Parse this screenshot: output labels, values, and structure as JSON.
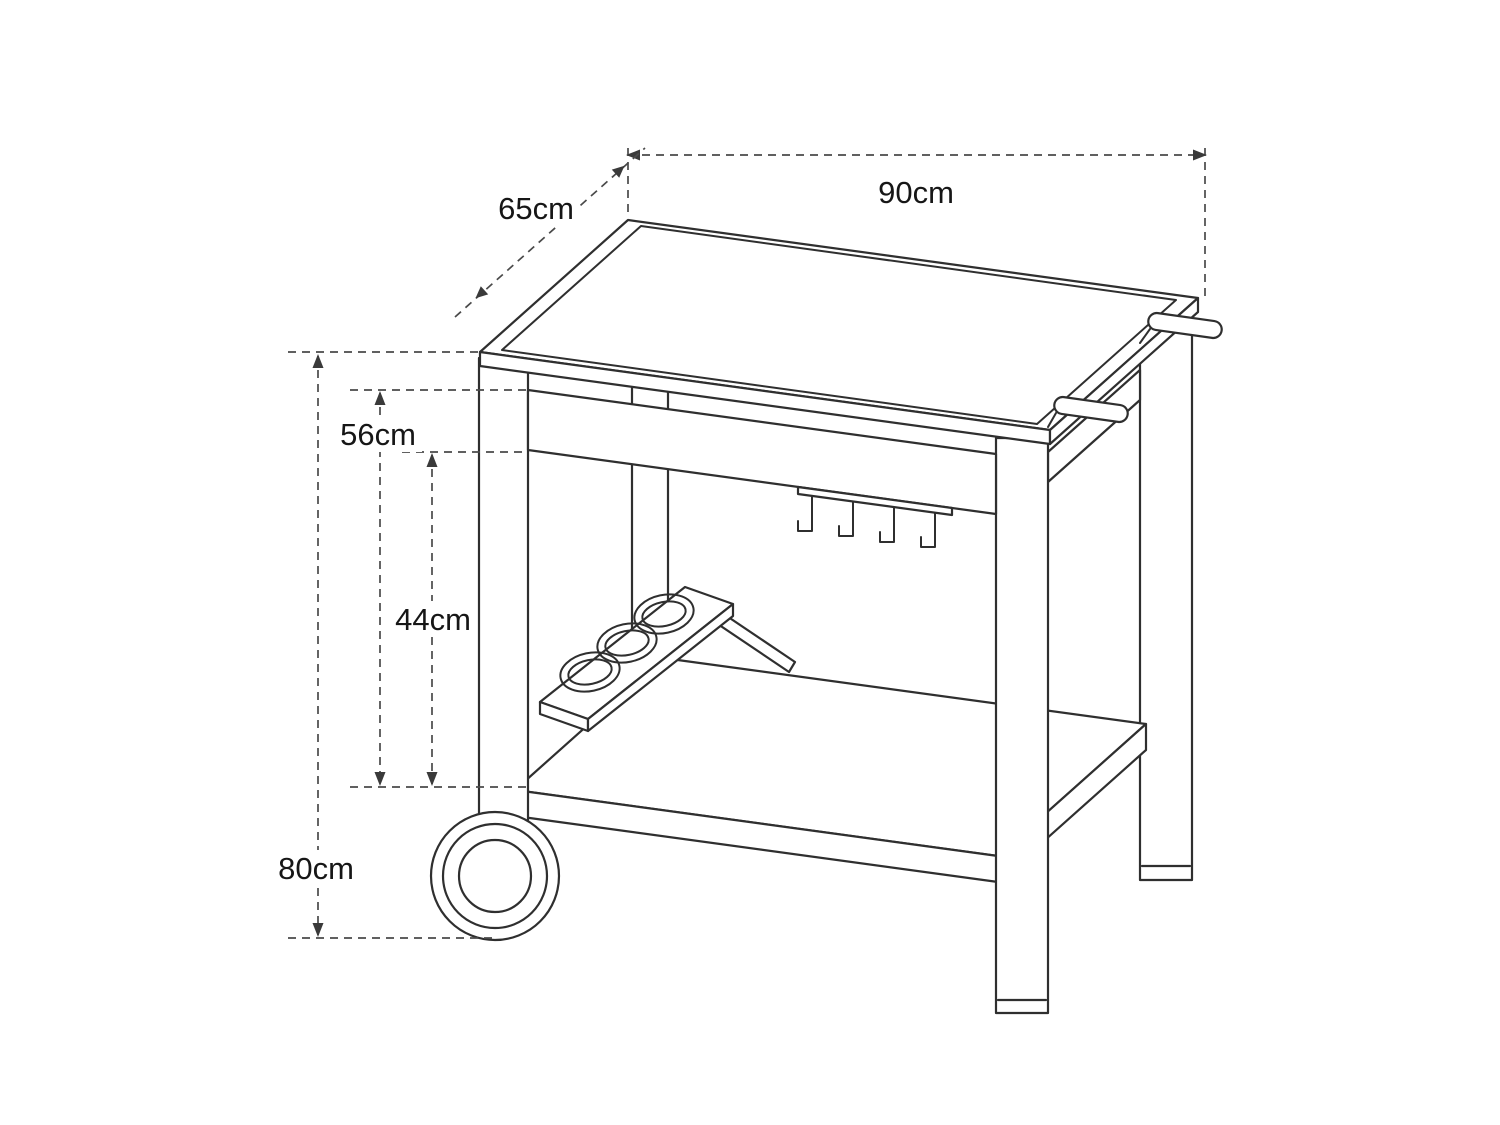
{
  "diagram": {
    "type": "dimension-drawing",
    "subject": "serving cart with tabletop, handle, hook rail, bottle holder, bottom shelf and wheel",
    "dimensions": {
      "top_width": "90cm",
      "top_depth": "65cm",
      "upper_clearance": "56cm",
      "lower_clearance": "44cm",
      "overall_height": "80cm"
    },
    "colors": {
      "background": "#ffffff",
      "outline": "#2f2f2f",
      "dimension_lines": "#4a4a4a",
      "text": "#161616"
    }
  }
}
